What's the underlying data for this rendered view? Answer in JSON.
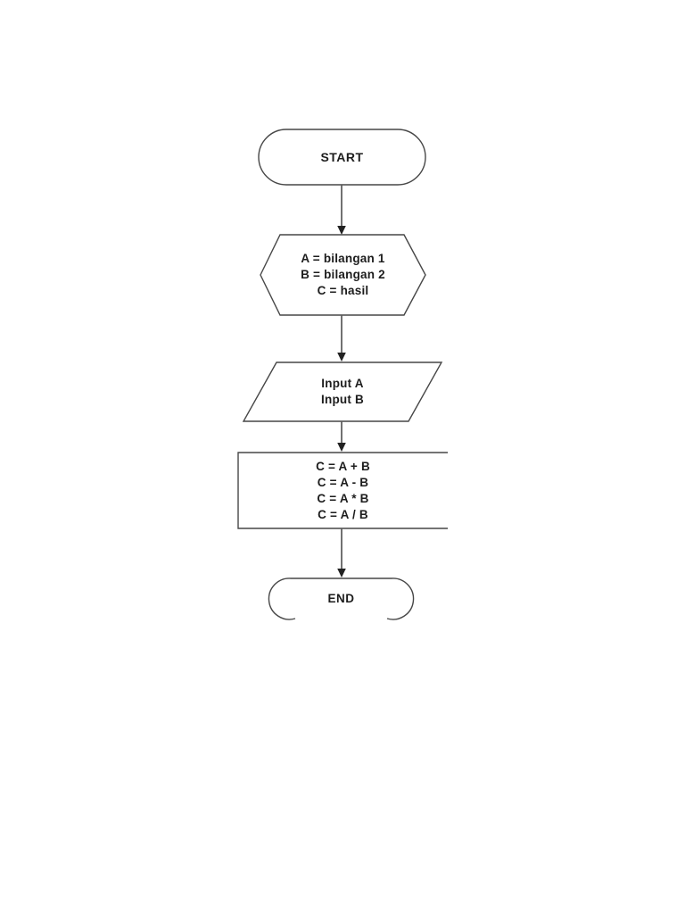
{
  "document": {
    "background_color": "#ffffff"
  },
  "flowchart": {
    "stroke_color": "#474747",
    "arrow_color": "#222222",
    "text_color": "#1d1d1d",
    "nodes": {
      "start": {
        "type": "terminator",
        "label": "START"
      },
      "preparation": {
        "type": "preparation",
        "lines": [
          "A = bilangan 1",
          "B = bilangan 2",
          "C = hasil"
        ]
      },
      "input": {
        "type": "input-output",
        "lines": [
          "Input A",
          "Input B"
        ]
      },
      "process": {
        "type": "process",
        "lines": [
          "C = A + B",
          "C = A - B",
          "C = A * B",
          "C = A / B"
        ]
      },
      "end": {
        "type": "terminator",
        "label": "END"
      }
    },
    "edges": [
      {
        "from": "start",
        "to": "preparation"
      },
      {
        "from": "preparation",
        "to": "input"
      },
      {
        "from": "input",
        "to": "process"
      },
      {
        "from": "process",
        "to": "end"
      }
    ]
  }
}
